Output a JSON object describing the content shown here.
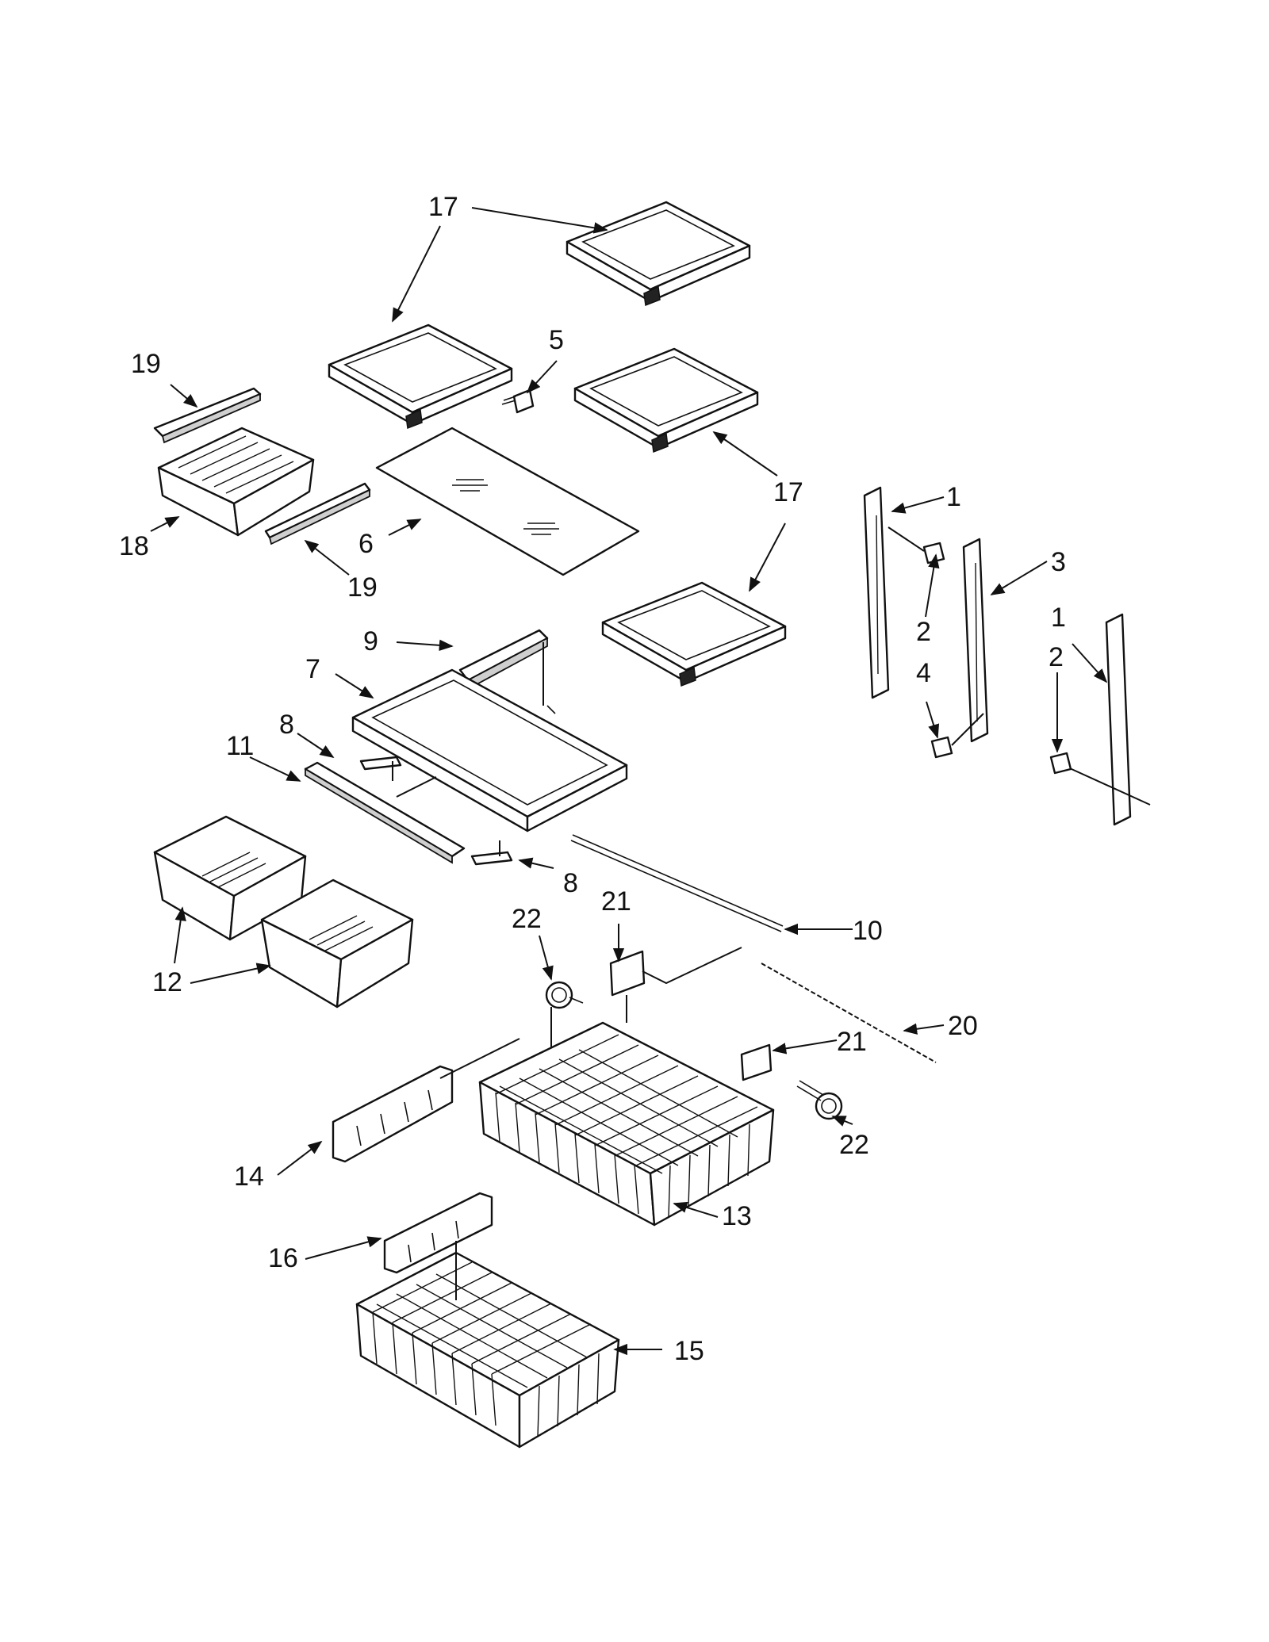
{
  "diagram": {
    "callouts": [
      {
        "id": "c17a",
        "label": "17"
      },
      {
        "id": "c17b",
        "label": "17"
      },
      {
        "id": "c5",
        "label": "5"
      },
      {
        "id": "c19a",
        "label": "19"
      },
      {
        "id": "c18",
        "label": "18"
      },
      {
        "id": "c19b",
        "label": "19"
      },
      {
        "id": "c6",
        "label": "6"
      },
      {
        "id": "c1a",
        "label": "1"
      },
      {
        "id": "c3",
        "label": "3"
      },
      {
        "id": "c1b",
        "label": "1"
      },
      {
        "id": "c2a",
        "label": "2"
      },
      {
        "id": "c2b",
        "label": "2"
      },
      {
        "id": "c4",
        "label": "4"
      },
      {
        "id": "c9",
        "label": "9"
      },
      {
        "id": "c7",
        "label": "7"
      },
      {
        "id": "c8a",
        "label": "8"
      },
      {
        "id": "c11",
        "label": "11"
      },
      {
        "id": "c8b",
        "label": "8"
      },
      {
        "id": "c12",
        "label": "12"
      },
      {
        "id": "c21a",
        "label": "21"
      },
      {
        "id": "c22a",
        "label": "22"
      },
      {
        "id": "c10",
        "label": "10"
      },
      {
        "id": "c20",
        "label": "20"
      },
      {
        "id": "c21b",
        "label": "21"
      },
      {
        "id": "c22b",
        "label": "22"
      },
      {
        "id": "c14",
        "label": "14"
      },
      {
        "id": "c13",
        "label": "13"
      },
      {
        "id": "c16",
        "label": "16"
      },
      {
        "id": "c15",
        "label": "15"
      }
    ]
  }
}
